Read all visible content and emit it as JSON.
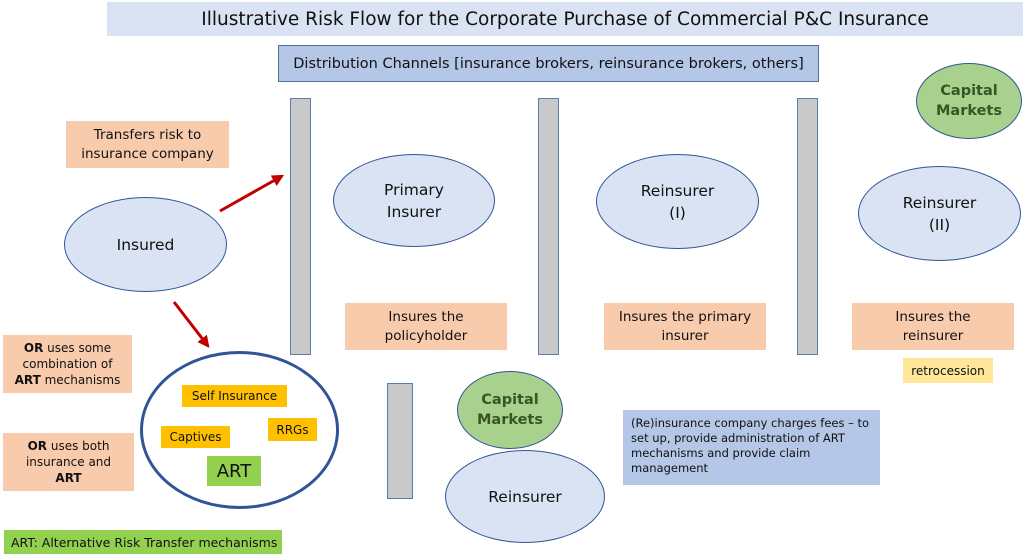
{
  "title": "Illustrative Risk Flow for the Corporate Purchase of Commercial P&C Insurance",
  "distribution_channels": "Distribution Channels [insurance brokers, reinsurance brokers, others]",
  "left_labels": {
    "transfers": [
      "Transfers risk to",
      "insurance company"
    ],
    "or_combination": {
      "bold1": "OR",
      "text1": " uses some",
      "line2": "combination of",
      "bold3": "ART",
      "text3": " mechanisms"
    },
    "or_both": {
      "bold1": "OR",
      "text1": " uses both",
      "line2": "insurance and",
      "bold3": "ART"
    }
  },
  "nodes": {
    "insured": "Insured",
    "primary_insurer": [
      "Primary",
      "Insurer"
    ],
    "reinsurer_1": [
      "Reinsurer",
      "(I)"
    ],
    "reinsurer_2": [
      "Reinsurer",
      "(II)"
    ],
    "reinsurer_bottom": "Reinsurer",
    "capital_markets_top": [
      "Capital",
      "Markets"
    ],
    "capital_markets_bottom": [
      "Capital",
      "Markets"
    ]
  },
  "descriptions": {
    "insures_policyholder": [
      "Insures the",
      "policyholder"
    ],
    "insures_primary": [
      "Insures the primary",
      "insurer"
    ],
    "insures_reinsurer": [
      "Insures the",
      "reinsurer"
    ],
    "retrocession": "retrocession",
    "fees_note": "(Re)insurance company charges fees – to set up, provide administration of ART mechanisms and provide claim management"
  },
  "art_group": {
    "self_insurance": "Self Insurance",
    "captives": "Captives",
    "rrgs": "RRGs",
    "art": "ART"
  },
  "legend": "ART: Alternative Risk Transfer mechanisms",
  "colors": {
    "arrow": "#c00000",
    "ellipse_fill": "#dae3f3",
    "ellipse_border": "#2f5597",
    "peach": "#f8cbad",
    "capital_markets": "#a9d18e",
    "art_items": "#ffc000",
    "art_label": "#92d050"
  }
}
